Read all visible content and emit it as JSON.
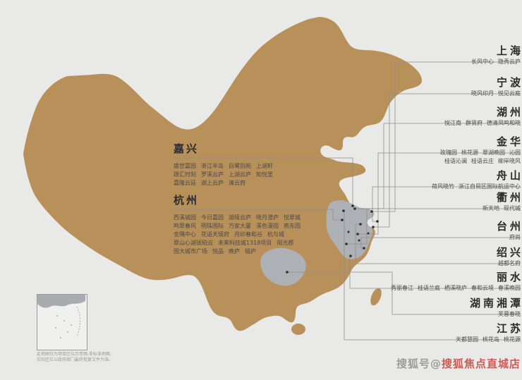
{
  "colors": {
    "bg": "#e9e9e7",
    "map": "#b8905a",
    "highlight": "#adb0b4",
    "line": "#8d8d8d",
    "dot": "#2f2c28",
    "title": "#2b2b2b",
    "sub": "#4a4a4a",
    "wm_gray": "#8f8f8f",
    "wm_red": "#cf4a44"
  },
  "left_sections": [
    {
      "city": "嘉兴",
      "rows": [
        [
          "盛世嘉园",
          "浙江半岛",
          "白鹭别苑",
          "上湖轩"
        ],
        [
          "璟汇时刻",
          "罗溪云庐",
          "上湖云庐",
          "知悦里"
        ],
        [
          "嘉隆云廷",
          "湖上云庐",
          "清云府"
        ]
      ]
    },
    {
      "city": "杭州",
      "rows": [
        [
          "西溪城园",
          "今日嘉园",
          "湖境云庐",
          "晓月澄庐",
          "悦翠城"
        ],
        [
          "鸣翠春风",
          "明珠国际",
          "万家大厦",
          "溪色漫园",
          "燕东园"
        ],
        [
          "金隅中心",
          "花语天境府",
          "月印春和谷",
          "杭与城"
        ],
        [
          "翠山心湖琥珀云",
          "未来科技城1318项目",
          "阳光郡"
        ],
        [
          "国大城市广场",
          "悦品",
          "晚庐",
          "韫庐"
        ]
      ]
    }
  ],
  "right_cities": [
    {
      "name": "上海",
      "lines": [
        [
          "长风中心",
          "隐秀云庐"
        ]
      ]
    },
    {
      "name": "宁波",
      "lines": [
        [
          "晓风印月",
          "悦见云庭"
        ]
      ]
    },
    {
      "name": "湖州",
      "lines": [
        [
          "悦江南",
          "群贤府",
          "德清凤鸣和晓"
        ]
      ]
    },
    {
      "name": "金华",
      "lines": [
        [
          "玫瑰园",
          "桃花源",
          "翠湖晚园",
          "沁园"
        ],
        [
          "桂语沁澜",
          "桂语云庄",
          "柳岸晓风"
        ]
      ]
    },
    {
      "name": "舟山",
      "lines": [
        [
          "荷风晓竹",
          "浙江自贸区国际航运中心"
        ]
      ]
    },
    {
      "name": "衢州",
      "lines": [
        [
          "新天地",
          "现代城"
        ]
      ]
    },
    {
      "name": "台州",
      "lines": [
        [
          "府尚"
        ]
      ]
    },
    {
      "name": "绍兴",
      "lines": [
        [
          "越都名府"
        ]
      ]
    },
    {
      "name": "丽水",
      "lines": [
        [
          "秀丽春江",
          "桂语兰庭",
          "栖溪晓庐",
          "春和云境",
          "春溪晚园"
        ]
      ]
    },
    {
      "name": "湖南湘潭",
      "lines": [
        [
          "芙蓉春晓"
        ]
      ]
    },
    {
      "name": "江苏",
      "lines": [
        [
          "天都慧园",
          "桃花岛",
          "桃花源"
        ]
      ]
    }
  ],
  "inset": {
    "captions": [
      "此地图仅为项目区位示意图,非标准地图,",
      "实际区位以政府部门最终批复文件为准。"
    ]
  },
  "watermark": {
    "prefix": "搜狐号@",
    "name": "搜狐焦点直城店"
  }
}
